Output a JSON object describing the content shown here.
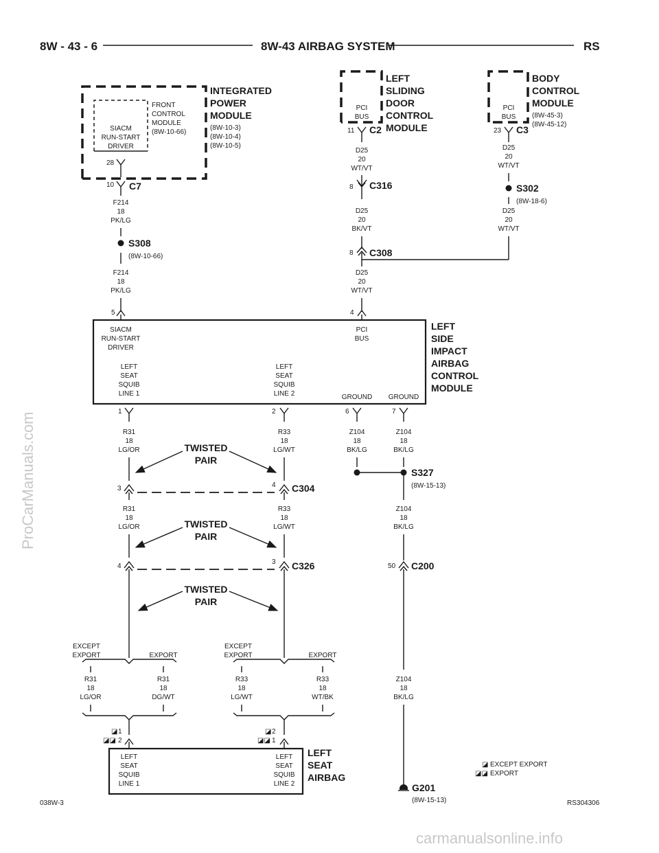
{
  "header": {
    "left": "8W - 43 - 6",
    "center": "8W-43 AIRBAG SYSTEM",
    "right": "RS"
  },
  "ipm": {
    "title": [
      "INTEGRATED",
      "POWER",
      "MODULE"
    ],
    "refs": [
      "(8W-10-3)",
      "(8W-10-4)",
      "(8W-10-5)"
    ],
    "fcm": [
      "FRONT",
      "CONTROL",
      "MODULE",
      "(8W-10-66)"
    ],
    "siacm": [
      "SIACM",
      "RUN-START",
      "DRIVER"
    ],
    "pin": "28",
    "conn_pin": "10",
    "conn": "C7"
  },
  "lsdcm": {
    "title": [
      "LEFT",
      "SLIDING",
      "DOOR",
      "CONTROL",
      "MODULE"
    ],
    "inner": [
      "PCI",
      "BUS"
    ],
    "pin": "11",
    "conn": "C2"
  },
  "bcm": {
    "title": [
      "BODY",
      "CONTROL",
      "MODULE"
    ],
    "refs": [
      "(8W-45-3)",
      "(8W-45-12)"
    ],
    "inner": [
      "PCI",
      "BUS"
    ],
    "pin": "23",
    "conn": "C3"
  },
  "wires": {
    "f214a": [
      "F214",
      "18",
      "PK/LG"
    ],
    "f214b": [
      "F214",
      "18",
      "PK/LG"
    ],
    "d25a": [
      "D25",
      "20",
      "WT/VT"
    ],
    "d25b": [
      "D25",
      "20",
      "BK/VT"
    ],
    "d25c": [
      "D25",
      "20",
      "WT/VT"
    ],
    "d25d": [
      "D25",
      "20",
      "WT/VT"
    ],
    "d25e": [
      "D25",
      "20",
      "WT/VT"
    ],
    "r31a": [
      "R31",
      "18",
      "LG/OR"
    ],
    "r31b": [
      "R31",
      "18",
      "LG/OR"
    ],
    "r33a": [
      "R33",
      "18",
      "LG/WT"
    ],
    "r33b": [
      "R33",
      "18",
      "LG/WT"
    ],
    "z104a": [
      "Z104",
      "18",
      "BK/LG"
    ],
    "z104b": [
      "Z104",
      "18",
      "BK/LG"
    ],
    "z104c": [
      "Z104",
      "18",
      "BK/LG"
    ],
    "z104d": [
      "Z104",
      "18",
      "BK/LG"
    ],
    "r31c": [
      "R31",
      "18",
      "LG/OR"
    ],
    "r31d": [
      "R31",
      "18",
      "DG/WT"
    ],
    "r33c": [
      "R33",
      "18",
      "LG/WT"
    ],
    "r33d": [
      "R33",
      "18",
      "WT/BK"
    ]
  },
  "splices": {
    "s308": "S308",
    "s308ref": "(8W-10-66)",
    "s302": "S302",
    "s302ref": "(8W-18-6)",
    "s327": "S327",
    "s327ref": "(8W-15-13)"
  },
  "connectors": {
    "c316": "C316",
    "c316pin": "8",
    "c308": "C308",
    "c308pin": "8",
    "c304": "C304",
    "c304p1": "3",
    "c304p2": "4",
    "c326": "C326",
    "c326p1": "4",
    "c326p2": "3",
    "c200": "C200",
    "c200pin": "50"
  },
  "lsiacm": {
    "title": [
      "LEFT",
      "SIDE",
      "IMPACT",
      "AIRBAG",
      "CONTROL",
      "MODULE"
    ],
    "siacm": [
      "SIACM",
      "RUN-START",
      "DRIVER"
    ],
    "pci": [
      "PCI",
      "BUS"
    ],
    "l1": [
      "LEFT",
      "SEAT",
      "SQUIB",
      "LINE 1"
    ],
    "l2": [
      "LEFT",
      "SEAT",
      "SQUIB",
      "LINE 2"
    ],
    "gnd1": "GROUND",
    "gnd2": "GROUND",
    "p5": "5",
    "p4": "4",
    "p1": "1",
    "p2": "2",
    "p6": "6",
    "p7": "7"
  },
  "twisted": [
    "TWISTED",
    "PAIR"
  ],
  "options": {
    "except_export": [
      "EXCEPT",
      "EXPORT"
    ],
    "export": "EXPORT"
  },
  "seat": {
    "title": [
      "LEFT",
      "SEAT",
      "AIRBAG"
    ],
    "l1": [
      "LEFT",
      "SEAT",
      "SQUIB",
      "LINE 1"
    ],
    "l2": [
      "LEFT",
      "SEAT",
      "SQUIB",
      "LINE 2"
    ],
    "a1": "1",
    "a2": "2",
    "b1": "2",
    "b2": "1"
  },
  "ground": {
    "name": "G201",
    "ref": "(8W-15-13)"
  },
  "legend": {
    "sym1": "◪",
    "sym2": "◪◪",
    "l1": "EXCEPT EXPORT",
    "l2": "EXPORT"
  },
  "footer": {
    "left": "038W-3",
    "right": "RS304306"
  },
  "watermark": {
    "side": "ProCarManuals.com",
    "bottom": "carmanualsonline.info"
  }
}
